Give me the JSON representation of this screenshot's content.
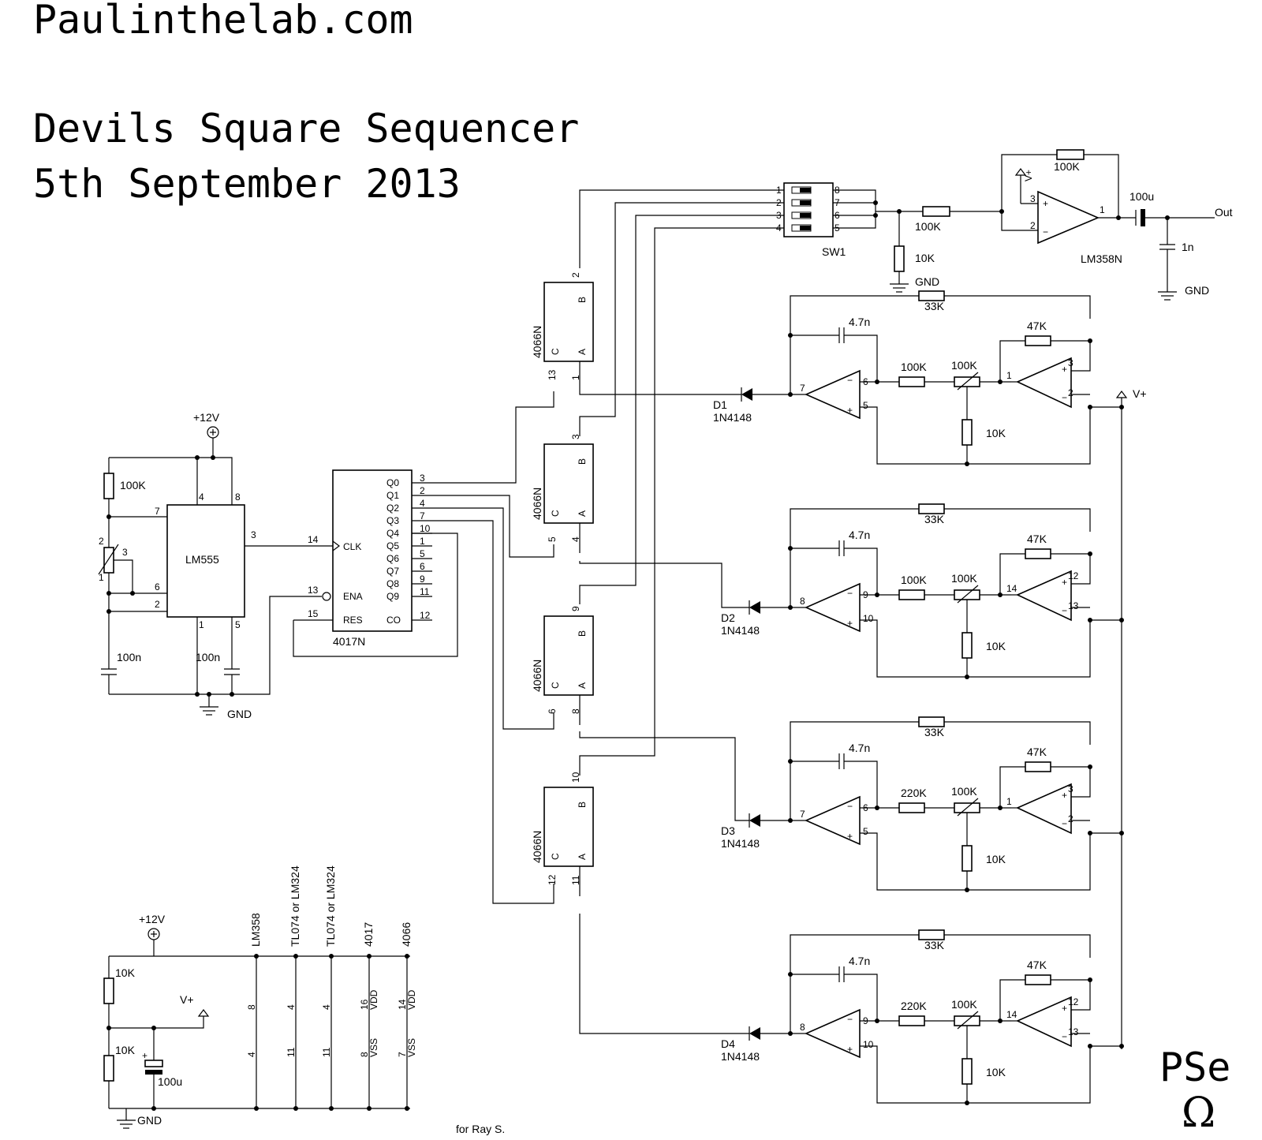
{
  "site": "Paulinthelab.com",
  "title": "Devils Square Sequencer",
  "date": "5th September 2013",
  "credit": "for Ray S.",
  "logo": {
    "top": "PSe",
    "bottom": "Ω"
  },
  "nets": {
    "v12": "+12V",
    "vplus": "V+",
    "gnd": "GND",
    "out": "Out"
  },
  "components": {
    "lm555": "LM555",
    "cd4017": "4017N",
    "cd4066": "4066N",
    "lm358": "LM358N",
    "sw1": "SW1",
    "r100k": "100K",
    "r10k": "10K",
    "r33k": "33K",
    "r47k": "47K",
    "r220k": "220K",
    "c100n": "100n",
    "c47n": "4.7n",
    "c100u": "100u",
    "c1n": "1n",
    "diode": "1N4148",
    "d1": "D1",
    "d2": "D2",
    "d3": "D3",
    "d4": "D4"
  },
  "pins4017": {
    "left": [
      "CLK",
      "ENA",
      "RES"
    ],
    "outputs": [
      "Q0",
      "Q1",
      "Q2",
      "Q3",
      "Q4",
      "Q5",
      "Q6",
      "Q7",
      "Q8",
      "Q9",
      "CO"
    ],
    "output_pins": [
      "3",
      "2",
      "4",
      "7",
      "10",
      "1",
      "5",
      "6",
      "9",
      "11",
      "12"
    ],
    "left_pins": [
      "14",
      "13",
      "15"
    ]
  },
  "power_table": {
    "chips": [
      "LM358",
      "TL074 or LM324",
      "TL074 or LM324",
      "4017",
      "4066"
    ],
    "vdd_pins": [
      "8",
      "4",
      "4",
      "16",
      "14"
    ],
    "vss_pins": [
      "4",
      "11",
      "11",
      "8",
      "7"
    ],
    "vdd": "VDD",
    "vss": "VSS"
  }
}
